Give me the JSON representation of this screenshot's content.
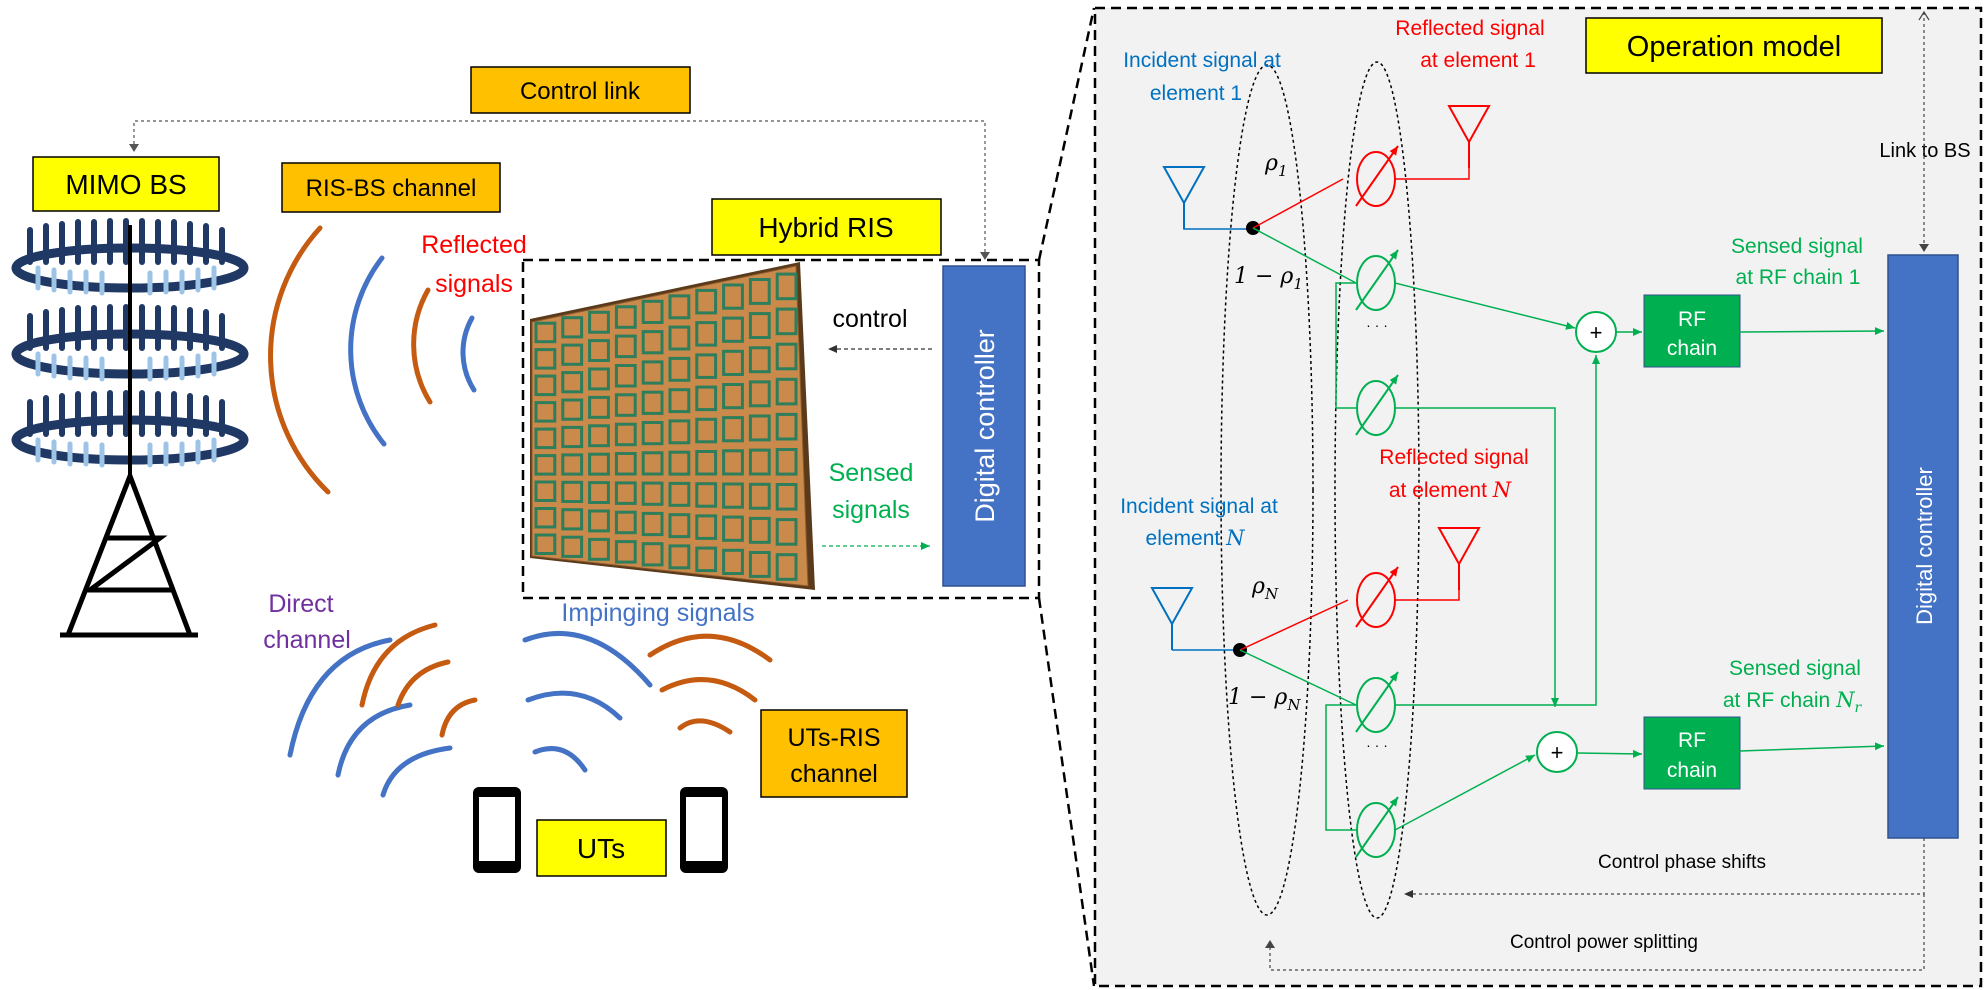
{
  "left": {
    "control_link": "Control link",
    "mimo_bs": "MIMO BS",
    "ris_bs_channel": "RIS-BS channel",
    "hybrid_ris": "Hybrid RIS",
    "reflected_signals": [
      "Reflected",
      "signals"
    ],
    "control": "control",
    "sensed_signals": [
      "Sensed",
      "signals"
    ],
    "digital_controller": "Digital controller",
    "direct_channel": [
      "Direct",
      "channel"
    ],
    "impinging_signals": "Impinging signals",
    "uts_ris_channel": [
      "UTs-RIS",
      "channel"
    ],
    "uts": "UTs"
  },
  "right": {
    "operation_model": "Operation model",
    "incident_1": [
      "Incident signal at",
      "element 1"
    ],
    "reflected_1": [
      "Reflected signal",
      "at element 1"
    ],
    "link_to_bs": "Link to BS",
    "rho_1": "ρ",
    "rho_1_sub": "1",
    "one_minus_rho_1": "1 − ρ",
    "one_minus_rho_1_sub": "1",
    "sensed_1": [
      "Sensed signal",
      "at RF chain 1"
    ],
    "rf_chain": [
      "RF",
      "chain"
    ],
    "dots": "· · ·",
    "reflected_n_line1": "Reflected signal",
    "reflected_n_line2": "at element ",
    "incident_n_line1": "Incident signal at",
    "incident_n_line2": "element ",
    "n_symbol": "N",
    "rho_n": "ρ",
    "rho_n_sub": "N",
    "one_minus_rho_n": "1 − ρ",
    "one_minus_rho_n_sub": "N",
    "sensed_n_line1": "Sensed signal",
    "sensed_n_line2": "at RF chain ",
    "sensed_n_sym": "N",
    "sensed_n_sub": "r",
    "plus": "+",
    "digital_controller": "Digital controller",
    "control_phase_shifts": "Control phase shifts",
    "control_power_splitting": "Control power splitting"
  },
  "colors": {
    "yellow": "#ffff00",
    "orange": "#ffc000",
    "blue_box": "#4472c4",
    "green_box": "#00b050",
    "red": "#ff0000",
    "green": "#00b050",
    "blue_text": "#0070c0",
    "purple": "#7030a0",
    "arc_orange": "#c55a11",
    "arc_blue": "#4472c4",
    "ris": "#c98a4b",
    "panel": "#f2f2f2"
  }
}
